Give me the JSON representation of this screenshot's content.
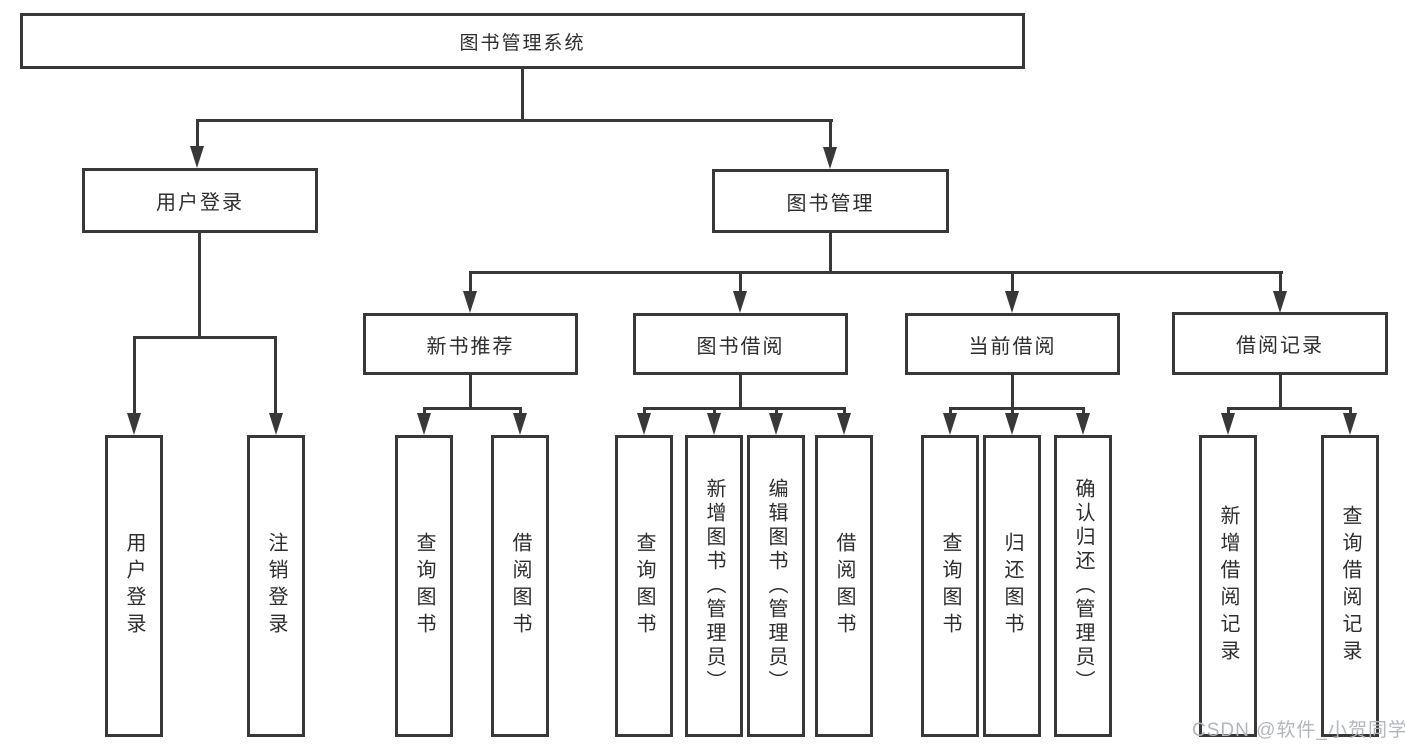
{
  "colors": {
    "line": "#383838",
    "box_border": "#383838",
    "text": "#2d2d2d",
    "watermark": "#b2b6bd",
    "background": "#ffffff"
  },
  "watermark": {
    "text": "CSDN @软件_小贺同学"
  },
  "tree": {
    "root": {
      "label": "图书管理系统"
    },
    "children": [
      {
        "label": "用户登录",
        "children": [
          {
            "label": "用户登录"
          },
          {
            "label": "注销登录"
          }
        ]
      },
      {
        "label": "图书管理",
        "children": [
          {
            "label": "新书推荐",
            "children": [
              {
                "label": "查询图书"
              },
              {
                "label": "借阅图书"
              }
            ]
          },
          {
            "label": "图书借阅",
            "children": [
              {
                "label": "查询图书"
              },
              {
                "label": "新增图书（管理员）"
              },
              {
                "label": "编辑图书（管理员）"
              },
              {
                "label": "借阅图书"
              }
            ]
          },
          {
            "label": "当前借阅",
            "children": [
              {
                "label": "查询图书"
              },
              {
                "label": "归还图书"
              },
              {
                "label": "确认归还（管理员）"
              }
            ]
          },
          {
            "label": "借阅记录",
            "children": [
              {
                "label": "新增借阅记录"
              },
              {
                "label": "查询借阅记录"
              }
            ]
          }
        ]
      }
    ]
  }
}
